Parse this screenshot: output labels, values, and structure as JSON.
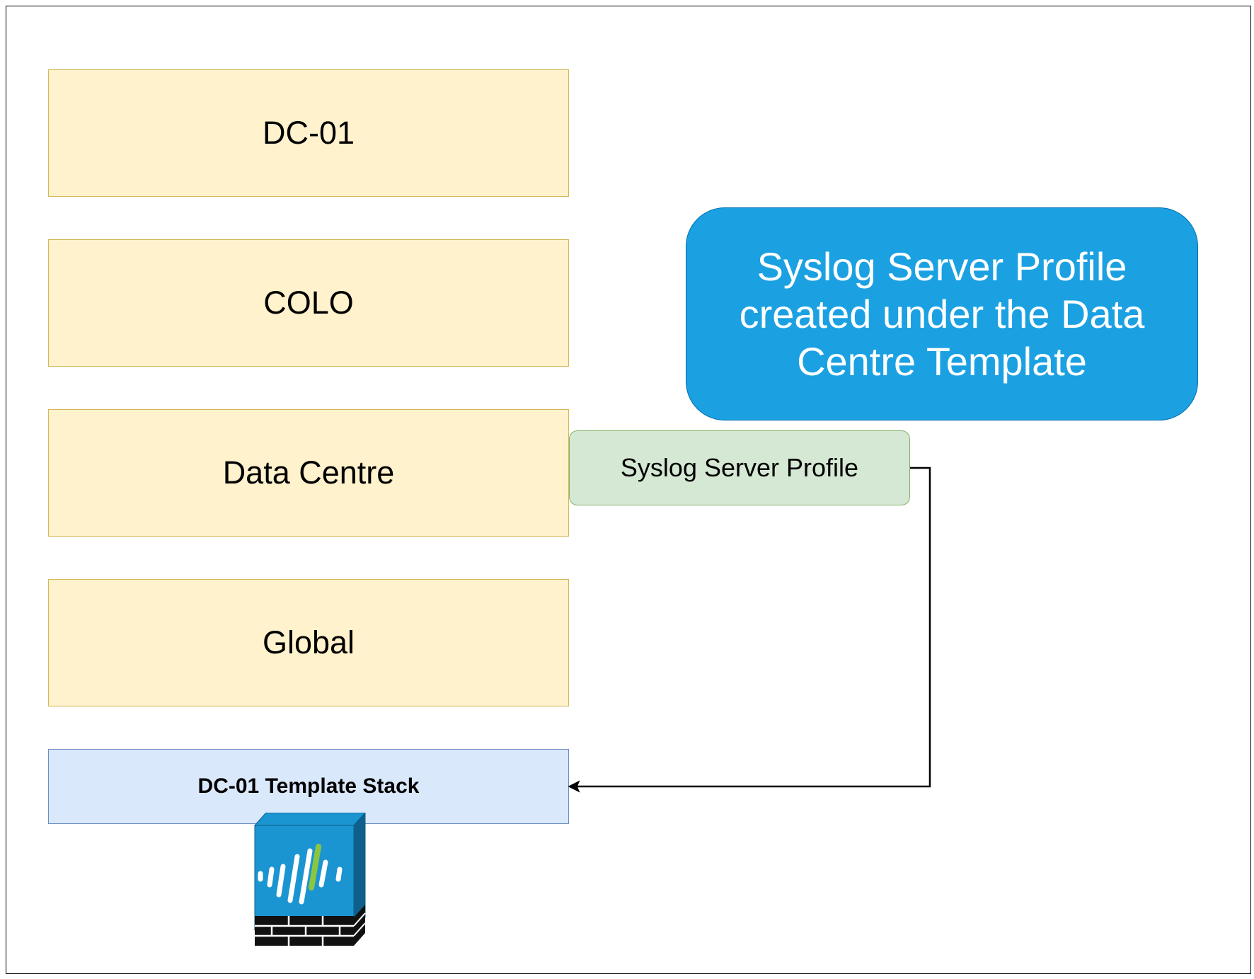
{
  "layers": [
    {
      "label": "DC-01"
    },
    {
      "label": "COLO"
    },
    {
      "label": "Data Centre"
    },
    {
      "label": "Global"
    }
  ],
  "template_stack": {
    "label": "DC-01 Template Stack"
  },
  "profile": {
    "label": "Syslog Server Profile"
  },
  "callout": {
    "text": "Syslog Server Profile created under the Data Centre Template"
  },
  "icons": {
    "firewall": "palo-alto-firewall-icon"
  },
  "colors": {
    "layer_fill": "#fff2cc",
    "layer_border": "#d6b656",
    "stack_fill": "#dae8fc",
    "stack_border": "#6c8ebf",
    "profile_fill": "#d5e8d4",
    "profile_border": "#82b366",
    "callout_fill": "#1ba1e2",
    "firewall_blue": "#1b95d2",
    "firewall_accent": "#8cc63f"
  }
}
